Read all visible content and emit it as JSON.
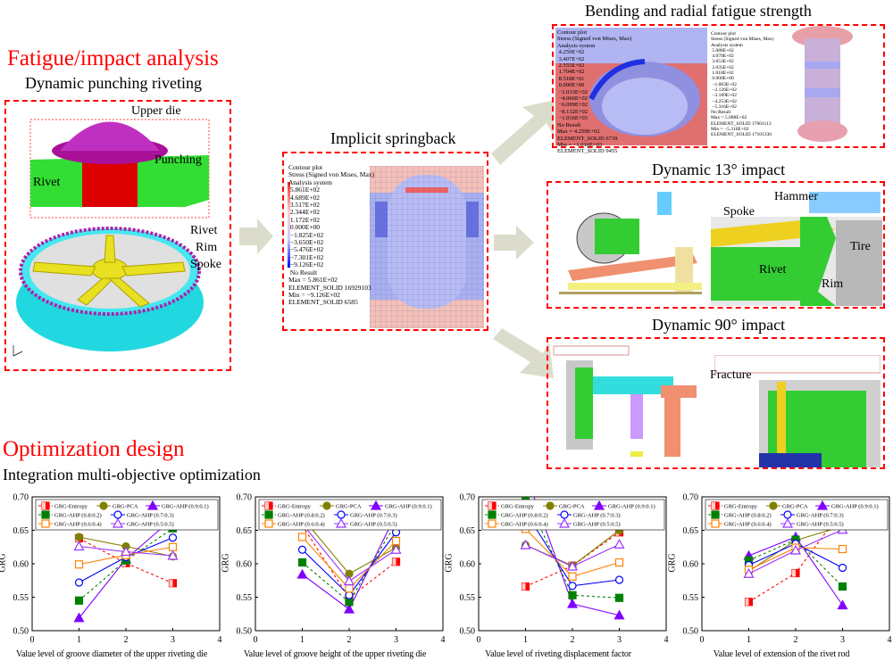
{
  "sections": {
    "fatigue_title": "Fatigue/impact analysis",
    "punching_title": "Dynamic punching riveting",
    "springback_title": "Implicit springback",
    "bending_title": "Bending and radial fatigue strength",
    "impact13_title": "Dynamic 13° impact",
    "impact90_title": "Dynamic 90° impact",
    "optimization_title": "Optimization design",
    "integration_title": "Integration multi-objective optimization"
  },
  "punching_labels": {
    "upper_die": "Upper die",
    "punching": "Punching",
    "rivet_top": "Rivet",
    "rivet": "Rivet",
    "rim": "Rim",
    "spoke": "Spoke"
  },
  "impact13_labels": {
    "hammer": "Hammer",
    "spoke": "Spoke",
    "tire": "Tire",
    "rivet": "Rivet",
    "rim": "Rim"
  },
  "impact90_labels": {
    "fracture": "Fracture"
  },
  "springback_legend": "Contour plot\nStress (Signed von Mises, Max)\nAnalysis system\n 5.861E+02\n 4.689E+02\n 3.517E+02\n 2.344E+02\n 1.172E+02\n 0.000E+00\n −1.825E+02\n −3.650E+02\n −5.476E+02\n −7.301E+02\n −9.126E+02\n No Result\nMax = 5.861E+02\nELEMENT_SOLID 16929103\nMin = −9.126E+02\nELEMENT_SOLID 6585",
  "fatigue_legend_left": "Contour plot\nStress (Signed von Mises, Max)\nAnalysis system\n 4.259E+02\n 3.407E+02\n 2.555E+02\n 1.704E+02\n 8.518E+01\n 0.000E+00\n −2.033E+02\n −4.066E+02\n −6.099E+02\n −8.132E+02\n −1.016E+03\nNo Result\nMax = 4.259E+02\nELEMENT_SOLID 6739\nMin = −1.016E+03\nELEMENT_SOLID 9455",
  "fatigue_legend_right": "Contour plot\nStress (Signed von Mises, Max)\nAnalysis system\n 5.088E+02\n 4.070E+02\n 3.053E+02\n 2.035E+02\n 1.018E+02\n 0.000E+00\n −1.063E+02\n −2.126E+02\n −3.189E+02\n −4.253E+02\n −5.316E+02\nNo Result\nMax = 5.088E+02\nELEMENT_SOLID 17001113\nMin = −5.316E+02\nELEMENT_SOLID 17101330",
  "colors": {
    "accent": "#ff0000",
    "cyan": "#33e0e0",
    "yellow": "#f0e020",
    "green": "#22dd22",
    "purple": "#b020c0"
  },
  "chart_data": [
    {
      "type": "line",
      "xlabel": "Value level of groove diameter of the upper riveting die",
      "ylabel": "GRG",
      "xlim": [
        0,
        4
      ],
      "ylim": [
        0.5,
        0.7
      ],
      "x": [
        1,
        2,
        3
      ],
      "series": [
        {
          "name": "GRG-Entropy",
          "values": [
            0.638,
            0.601,
            0.571
          ]
        },
        {
          "name": "GRG-PCA",
          "values": [
            0.64,
            0.626,
            0.611
          ]
        },
        {
          "name": "GRG-AHP (0.9:0.1)",
          "values": [
            0.519,
            0.607,
            0.668
          ]
        },
        {
          "name": "GRG-AHP (0.8:0.2)",
          "values": [
            0.545,
            0.605,
            0.653
          ]
        },
        {
          "name": "GRG-AHP (0.7:0.3)",
          "values": [
            0.572,
            0.61,
            0.639
          ]
        },
        {
          "name": "GRG-AHP (0.6:0.4)",
          "values": [
            0.599,
            0.613,
            0.625
          ]
        },
        {
          "name": "GRG-AHP (0.5:0.5)",
          "values": [
            0.626,
            0.618,
            0.612
          ]
        }
      ]
    },
    {
      "type": "line",
      "xlabel": "Value level of groove height of the upper riveting die",
      "ylabel": "GRG",
      "xlim": [
        0,
        4
      ],
      "ylim": [
        0.5,
        0.7
      ],
      "x": [
        1,
        2,
        3
      ],
      "series": [
        {
          "name": "GRG-Entropy",
          "values": [
            0.657,
            0.549,
            0.603
          ]
        },
        {
          "name": "GRG-PCA",
          "values": [
            0.669,
            0.585,
            0.624
          ]
        },
        {
          "name": "GRG-AHP (0.9:0.1)",
          "values": [
            0.584,
            0.532,
            0.674
          ]
        },
        {
          "name": "GRG-AHP (0.8:0.2)",
          "values": [
            0.602,
            0.543,
            0.661
          ]
        },
        {
          "name": "GRG-AHP (0.7:0.3)",
          "values": [
            0.621,
            0.553,
            0.647
          ]
        },
        {
          "name": "GRG-AHP (0.6:0.4)",
          "values": [
            0.64,
            0.563,
            0.634
          ]
        },
        {
          "name": "GRG-AHP (0.5:0.5)",
          "values": [
            0.66,
            0.574,
            0.621
          ]
        }
      ]
    },
    {
      "type": "line",
      "xlabel": "Value level of riveting displacement factor",
      "ylabel": "GRG",
      "xlim": [
        0,
        4
      ],
      "ylim": [
        0.5,
        0.7
      ],
      "x": [
        1,
        2,
        3
      ],
      "series": [
        {
          "name": "GRG-Entropy",
          "values": [
            0.566,
            0.597,
            0.647
          ]
        },
        {
          "name": "GRG-PCA",
          "values": [
            0.628,
            0.597,
            0.65
          ]
        },
        {
          "name": "GRG-AHP (0.9:0.1)",
          "values": [
            0.735,
            0.54,
            0.523
          ]
        },
        {
          "name": "GRG-AHP (0.8:0.2)",
          "values": [
            0.7,
            0.553,
            0.549
          ]
        },
        {
          "name": "GRG-AHP (0.7:0.3)",
          "values": [
            0.677,
            0.567,
            0.576
          ]
        },
        {
          "name": "GRG-AHP (0.6:0.4)",
          "values": [
            0.652,
            0.581,
            0.602
          ]
        },
        {
          "name": "GRG-AHP (0.5:0.5)",
          "values": [
            0.628,
            0.596,
            0.629
          ]
        }
      ]
    },
    {
      "type": "line",
      "xlabel": "Value level of extension of the rivet rod",
      "ylabel": "GRG",
      "xlim": [
        0,
        4
      ],
      "ylim": [
        0.5,
        0.7
      ],
      "x": [
        1,
        2,
        3
      ],
      "series": [
        {
          "name": "GRG-Entropy",
          "values": [
            0.543,
            0.586,
            0.681
          ]
        },
        {
          "name": "GRG-PCA",
          "values": [
            0.589,
            0.635,
            0.656
          ]
        },
        {
          "name": "GRG-AHP (0.9:0.1)",
          "values": [
            0.612,
            0.64,
            0.538
          ]
        },
        {
          "name": "GRG-AHP (0.8:0.2)",
          "values": [
            0.605,
            0.636,
            0.566
          ]
        },
        {
          "name": "GRG-AHP (0.7:0.3)",
          "values": [
            0.598,
            0.63,
            0.594
          ]
        },
        {
          "name": "GRG-AHP (0.6:0.4)",
          "values": [
            0.591,
            0.624,
            0.622
          ]
        },
        {
          "name": "GRG-AHP (0.5:0.5)",
          "values": [
            0.585,
            0.62,
            0.651
          ]
        }
      ]
    }
  ],
  "series_style": [
    {
      "color": "#ff0000",
      "dash": true,
      "marker": "square",
      "fill": "half"
    },
    {
      "color": "#808000",
      "dash": false,
      "marker": "circle",
      "fill": "full"
    },
    {
      "color": "#8000ff",
      "dash": false,
      "marker": "triangle",
      "fill": "full"
    },
    {
      "color": "#008000",
      "dash": true,
      "marker": "square",
      "fill": "full"
    },
    {
      "color": "#0000ff",
      "dash": false,
      "marker": "circle",
      "fill": "none"
    },
    {
      "color": "#ff8000",
      "dash": false,
      "marker": "square",
      "fill": "none"
    },
    {
      "color": "#9933ff",
      "dash": false,
      "marker": "triangle",
      "fill": "none"
    }
  ],
  "y_ticks": [
    "0.50",
    "0.55",
    "0.60",
    "0.65",
    "0.70"
  ],
  "x_ticks": [
    "0",
    "1",
    "2",
    "3",
    "4"
  ]
}
